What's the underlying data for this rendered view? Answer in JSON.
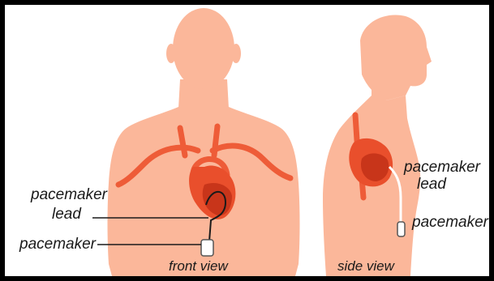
{
  "colors": {
    "skin": "#fbb79a",
    "heart": "#e94f2c",
    "heart_dark": "#c8351a",
    "vessel": "#ee5c38",
    "border": "#000000",
    "background": "#ffffff",
    "pacemaker_fill": "#ffffff",
    "lead": "#1a1a1a"
  },
  "front": {
    "label_lead_top": "pacemaker",
    "label_lead_bottom": "lead",
    "label_device": "pacemaker",
    "caption": "front view"
  },
  "side": {
    "label_lead_top": "pacemaker",
    "label_lead_bottom": "lead",
    "label_device": "pacemaker",
    "caption": "side view"
  }
}
